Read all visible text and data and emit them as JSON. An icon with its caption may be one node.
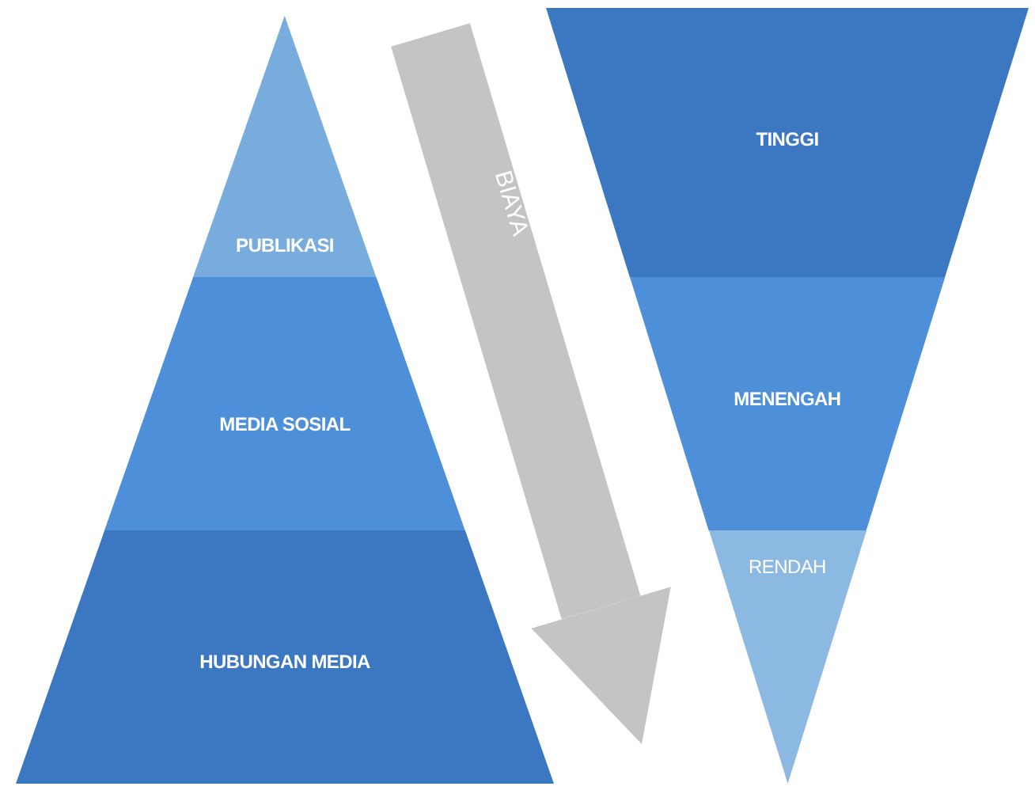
{
  "diagram": {
    "nodes": [
      {
        "text": [
          "PUBLIKASI"
        ]
      },
      {
        "text": [
          "MEDIA SOSIAL"
        ]
      },
      {
        "text": [
          "HUBUNGAN MEDIA"
        ]
      },
      {
        "text": [
          "TINGGI"
        ]
      },
      {
        "text": [
          "MENENGAH"
        ]
      },
      {
        "text": [
          "RENDAH"
        ]
      }
    ],
    "edges": [
      {
        "from": null,
        "to": 5,
        "arrow": "to",
        "label": "BIAYA"
      }
    ]
  }
}
